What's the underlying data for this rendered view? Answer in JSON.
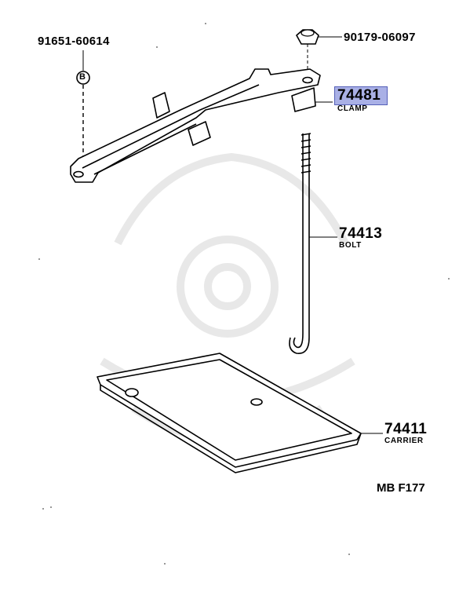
{
  "diagram": {
    "highlight_color": "#a9b0e6",
    "parts": [
      {
        "number": "91651-60614",
        "name": ""
      },
      {
        "number": "90179-06097",
        "name": ""
      },
      {
        "number": "74481",
        "name": "CLAMP"
      },
      {
        "number": "74413",
        "name": "BOLT"
      },
      {
        "number": "74411",
        "name": "CARRIER"
      }
    ],
    "callout_letter": "B",
    "figure_code": "MB F177"
  }
}
